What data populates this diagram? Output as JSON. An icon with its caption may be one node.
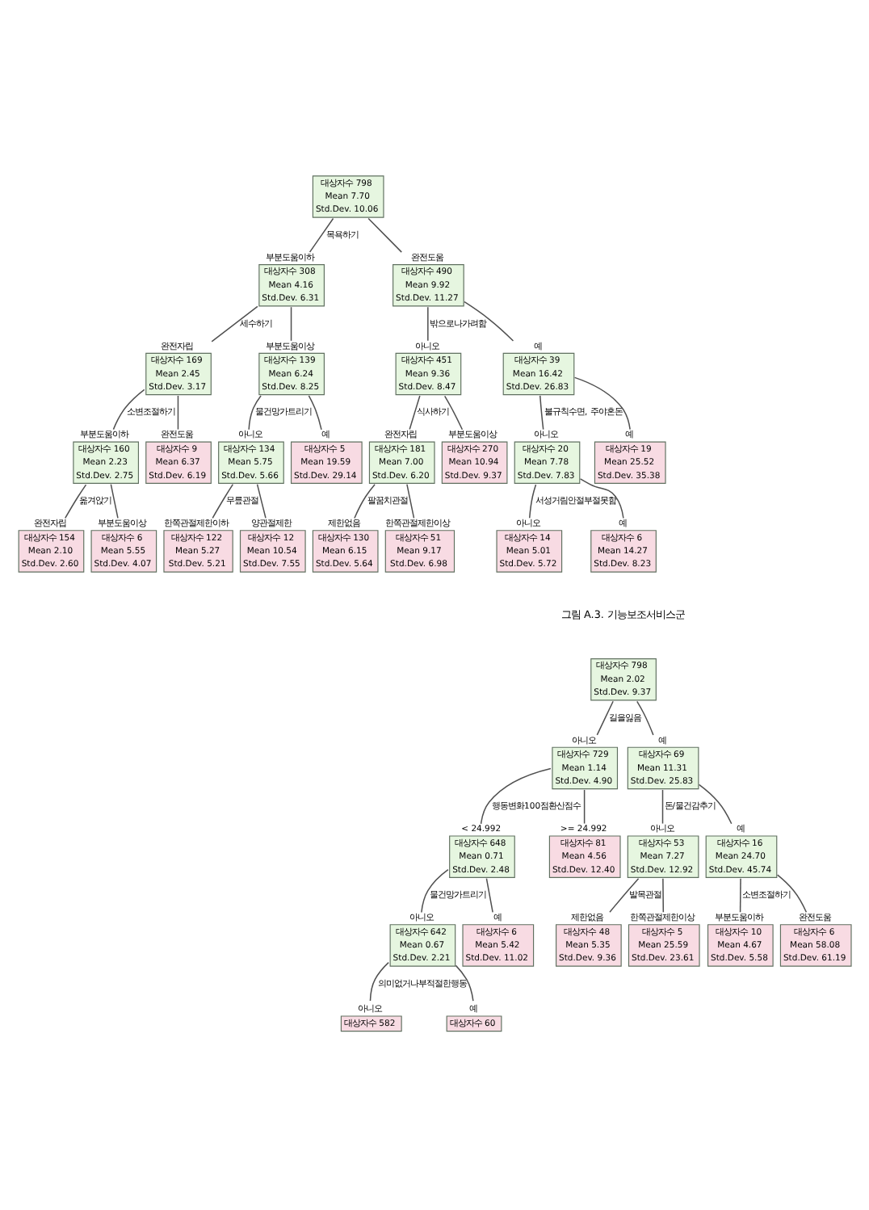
{
  "diagram": {
    "nodes": [
      {
        "text": [
          "대상자수 798",
          "Mean 7.70",
          "Std.Dev. 10.06"
        ]
      },
      {
        "text": [
          "대상자수 308",
          "Mean 4.16",
          "Std.Dev. 6.31"
        ],
        "beside": [
          "부분도움이하"
        ]
      },
      {
        "text": [
          "대상자수 490",
          "Mean 9.92",
          "Std.Dev. 11.27"
        ],
        "beside": [
          "완전도움"
        ]
      },
      {
        "text": [
          "대상자수 169",
          "Mean 2.45",
          "Std.Dev. 3.17"
        ],
        "beside": [
          "완전자립"
        ]
      },
      {
        "text": [
          "대상자수 139",
          "Mean 6.24",
          "Std.Dev. 8.25"
        ],
        "beside": [
          "부분도움이상"
        ]
      },
      {
        "text": [
          "대상자수 451",
          "Mean 9.36",
          "Std.Dev. 8.47"
        ],
        "beside": [
          "아니오"
        ]
      },
      {
        "text": [
          "대상자수 39",
          "Mean 16.42",
          "Std.Dev. 26.83"
        ],
        "beside": [
          "예"
        ]
      },
      {
        "text": [
          "대상자수 160",
          "Mean 2.23",
          "Std.Dev. 2.75"
        ],
        "beside": [
          "부분도움이하"
        ]
      },
      {
        "text": [
          "대상자수 9",
          "Mean 6.37",
          "Std.Dev. 6.19"
        ],
        "beside": [
          "완전도움"
        ]
      },
      {
        "text": [
          "대상자수 134",
          "Mean 5.75",
          "Std.Dev. 5.66"
        ],
        "beside": [
          "아니오"
        ]
      },
      {
        "text": [
          "대상자수 5",
          "Mean 19.59",
          "Std.Dev. 29.14"
        ],
        "beside": [
          "예"
        ]
      },
      {
        "text": [
          "대상자수 181",
          "Mean 7.00",
          "Std.Dev. 6.20"
        ],
        "beside": [
          "완전자립"
        ]
      },
      {
        "text": [
          "대상자수 270",
          "Mean 10.94",
          "Std.Dev. 9.37"
        ],
        "beside": [
          "부분도움이상"
        ]
      },
      {
        "text": [
          "대상자수 20",
          "Mean 7.78",
          "Std.Dev. 7.83"
        ],
        "beside": [
          "아니오"
        ]
      },
      {
        "text": [
          "대상자수 19",
          "Mean 25.52",
          "Std.Dev. 35.38"
        ],
        "beside": [
          "예"
        ]
      },
      {
        "text": [
          "대상자수 154",
          "Mean 2.10",
          "Std.Dev. 2.60"
        ],
        "beside": [
          "완전자립"
        ]
      },
      {
        "text": [
          "대상자수 6",
          "Mean 5.55",
          "Std.Dev. 4.07"
        ],
        "beside": [
          "부분도움이상"
        ]
      },
      {
        "text": [
          "대상자수 122",
          "Mean 5.27",
          "Std.Dev. 5.21"
        ],
        "beside": [
          "한쪽관절제한이하"
        ]
      },
      {
        "text": [
          "대상자수 12",
          "Mean 10.54",
          "Std.Dev. 7.55"
        ],
        "beside": [
          "양관절제한"
        ]
      },
      {
        "text": [
          "대상자수 130",
          "Mean 6.15",
          "Std.Dev. 5.64"
        ],
        "beside": [
          "제한없음"
        ]
      },
      {
        "text": [
          "대상자수 51",
          "Mean 9.17",
          "Std.Dev. 6.98"
        ],
        "beside": [
          "한쪽관절제한이상"
        ]
      },
      {
        "text": [
          "대상자수 14",
          "Mean 5.01",
          "Std.Dev. 5.72"
        ],
        "beside": [
          "아니오"
        ]
      },
      {
        "text": [
          "대상자수 6",
          "Mean 14.27",
          "Std.Dev. 8.23"
        ],
        "beside": [
          "예"
        ]
      },
      {
        "text": [
          "대상자수 798",
          "Mean 2.02",
          "Std.Dev. 9.37"
        ]
      },
      {
        "text": [
          "대상자수 729",
          "Mean 1.14",
          "Std.Dev. 4.90"
        ],
        "beside": [
          "아니오"
        ]
      },
      {
        "text": [
          "대상자수 69",
          "Mean 11.31",
          "Std.Dev. 25.83"
        ],
        "beside": [
          "예"
        ]
      },
      {
        "text": [
          "대상자수 648",
          "Mean 0.71",
          "Std.Dev. 2.48"
        ],
        "beside": [
          "< 24.992"
        ]
      },
      {
        "text": [
          "대상자수 81",
          "Mean 4.56",
          "Std.Dev. 12.40"
        ],
        "beside": [
          ">= 24.992"
        ]
      },
      {
        "text": [
          "대상자수 53",
          "Mean 7.27",
          "Std.Dev. 12.92"
        ],
        "beside": [
          "아니오"
        ]
      },
      {
        "text": [
          "대상자수 16",
          "Mean 24.70",
          "Std.Dev. 45.74"
        ],
        "beside": [
          "예"
        ]
      },
      {
        "text": [
          "대상자수 642",
          "Mean 0.67",
          "Std.Dev. 2.21"
        ],
        "beside": [
          "아니오"
        ]
      },
      {
        "text": [
          "대상자수 6",
          "Mean 5.42",
          "Std.Dev. 11.02"
        ],
        "beside": [
          "예"
        ]
      },
      {
        "text": [
          "대상자수 48",
          "Mean 5.35",
          "Std.Dev. 9.36"
        ],
        "beside": [
          "제한없음"
        ]
      },
      {
        "text": [
          "대상자수 5",
          "Mean 25.59",
          "Std.Dev. 23.61"
        ],
        "beside": [
          "한쪽관절제한이상"
        ]
      },
      {
        "text": [
          "대상자수 10",
          "Mean 4.67",
          "Std.Dev. 5.58"
        ],
        "beside": [
          "부분도움이하"
        ]
      },
      {
        "text": [
          "대상자수 6",
          "Mean 58.08",
          "Std.Dev. 61.19"
        ],
        "beside": [
          "완전도움"
        ]
      },
      {
        "text": [
          "대상자수 582"
        ],
        "beside": [
          "아니오"
        ]
      },
      {
        "text": [
          "대상자수 60"
        ],
        "beside": [
          "예"
        ]
      }
    ],
    "edges": [
      {
        "from": 0,
        "to": 1,
        "arrow": "none",
        "label": "목욕하기"
      },
      {
        "from": 0,
        "to": 2,
        "arrow": "none"
      },
      {
        "from": 1,
        "to": 3,
        "arrow": "none",
        "label": "세수하기"
      },
      {
        "from": 1,
        "to": 4,
        "arrow": "none"
      },
      {
        "from": 2,
        "to": 5,
        "arrow": "none",
        "label": "밖으로나가려함"
      },
      {
        "from": 2,
        "to": 6,
        "arrow": "none"
      },
      {
        "from": 3,
        "to": 7,
        "arrow": "none",
        "label": "소변조절하기"
      },
      {
        "from": 3,
        "to": 8,
        "arrow": "none"
      },
      {
        "from": 4,
        "to": 9,
        "arrow": "none",
        "label": "물건망가트리기"
      },
      {
        "from": 4,
        "to": 10,
        "arrow": "none"
      },
      {
        "from": 5,
        "to": 11,
        "arrow": "none",
        "label": "식사하기"
      },
      {
        "from": 5,
        "to": 12,
        "arrow": "none"
      },
      {
        "from": 6,
        "to": 13,
        "arrow": "none",
        "label": "불규칙수면, 주야혼돈"
      },
      {
        "from": 6,
        "to": 14,
        "arrow": "none"
      },
      {
        "from": 7,
        "to": 15,
        "arrow": "none",
        "label": "옮겨앉기"
      },
      {
        "from": 7,
        "to": 16,
        "arrow": "none"
      },
      {
        "from": 9,
        "to": 17,
        "arrow": "none",
        "label": "무릎관절"
      },
      {
        "from": 9,
        "to": 18,
        "arrow": "none"
      },
      {
        "from": 11,
        "to": 19,
        "arrow": "none",
        "label": "팔꿈치관절"
      },
      {
        "from": 11,
        "to": 20,
        "arrow": "none"
      },
      {
        "from": 13,
        "to": 21,
        "arrow": "none",
        "label": "서성거림안절부절못함"
      },
      {
        "from": 13,
        "to": 22,
        "arrow": "none"
      },
      {
        "from": 23,
        "to": 24,
        "arrow": "none",
        "label": "길을잃음"
      },
      {
        "from": 23,
        "to": 25,
        "arrow": "none"
      },
      {
        "from": 24,
        "to": 26,
        "arrow": "none",
        "label": "행동변화100점환산점수"
      },
      {
        "from": 24,
        "to": 27,
        "arrow": "none"
      },
      {
        "from": 25,
        "to": 28,
        "arrow": "none",
        "label": "돈/물건감추기"
      },
      {
        "from": 25,
        "to": 29,
        "arrow": "none"
      },
      {
        "from": 26,
        "to": 30,
        "arrow": "none",
        "label": "물건망가트리기"
      },
      {
        "from": 26,
        "to": 31,
        "arrow": "none"
      },
      {
        "from": 28,
        "to": 32,
        "arrow": "none",
        "label": "발목관절"
      },
      {
        "from": 28,
        "to": 33,
        "arrow": "none"
      },
      {
        "from": 29,
        "to": 34,
        "arrow": "none",
        "label": "소변조절하기"
      },
      {
        "from": 29,
        "to": 35,
        "arrow": "none"
      },
      {
        "from": 30,
        "to": 36,
        "arrow": "none",
        "label": "의미없거나부적절한행동"
      },
      {
        "from": 30,
        "to": 37,
        "arrow": "none"
      }
    ],
    "labels": [
      "그림 A.3. 기능보조서비스군"
    ]
  }
}
